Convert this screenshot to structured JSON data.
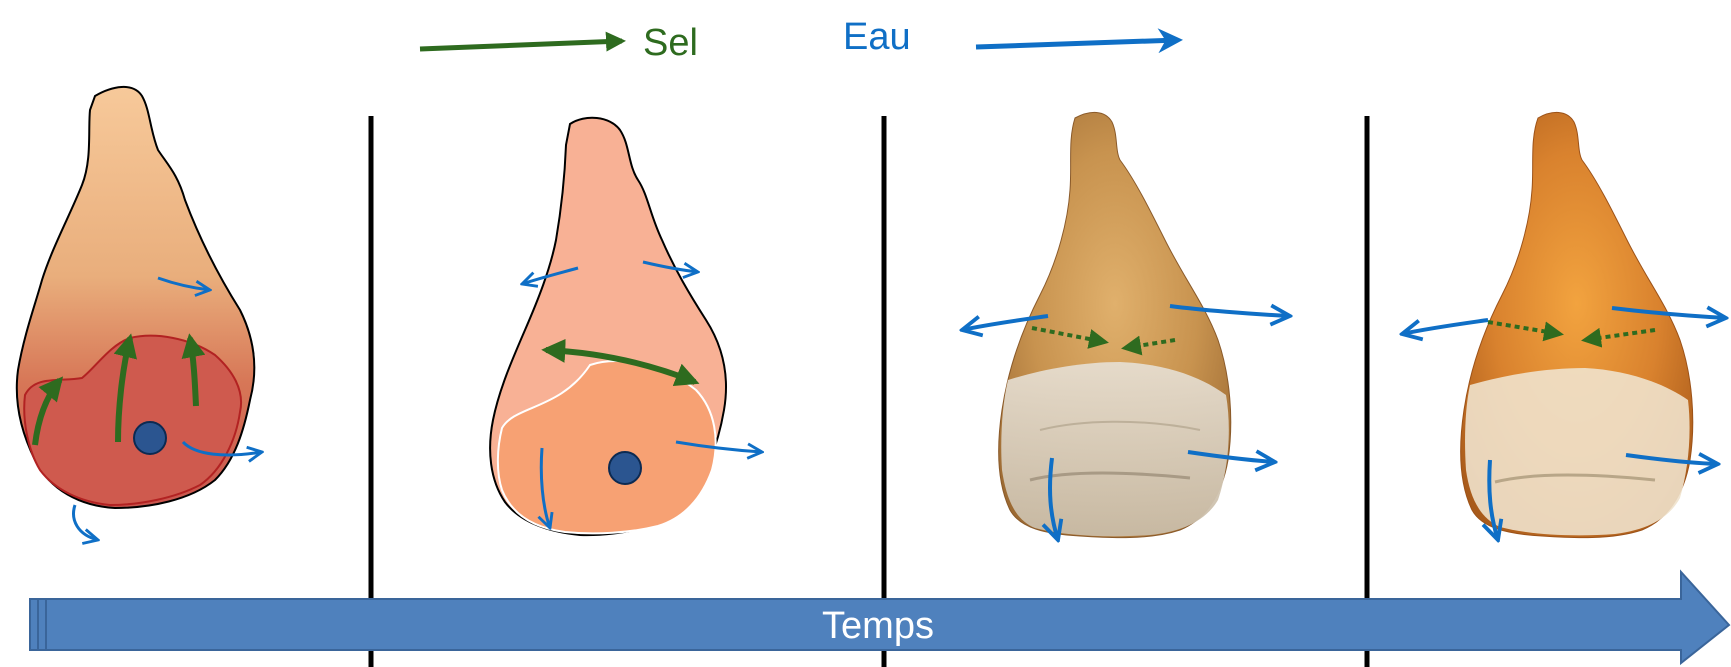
{
  "legend": {
    "salt_label": "Sel",
    "water_label": "Eau",
    "salt_color": "#2e6b1f",
    "water_color": "#0f6fc6"
  },
  "timeline": {
    "label": "Temps",
    "color": "#4f81bd"
  },
  "stages": [
    {
      "name": "stage-1",
      "ham_color_top": "#f7c99a",
      "ham_color_bottom": "#cf5a4e"
    },
    {
      "name": "stage-2",
      "ham_color": "#f8b195",
      "inner_color": "#f7a173"
    },
    {
      "name": "stage-3",
      "ham_color": "#c79355",
      "crust_color": "#e9e3da"
    },
    {
      "name": "stage-4",
      "ham_color": "#d9822e",
      "crust_color": "#efe7da"
    }
  ],
  "icons": {
    "bone_marker": "circle-dot-icon",
    "salt_arrow": "green-arrow-icon",
    "water_arrow": "blue-arrow-icon"
  }
}
